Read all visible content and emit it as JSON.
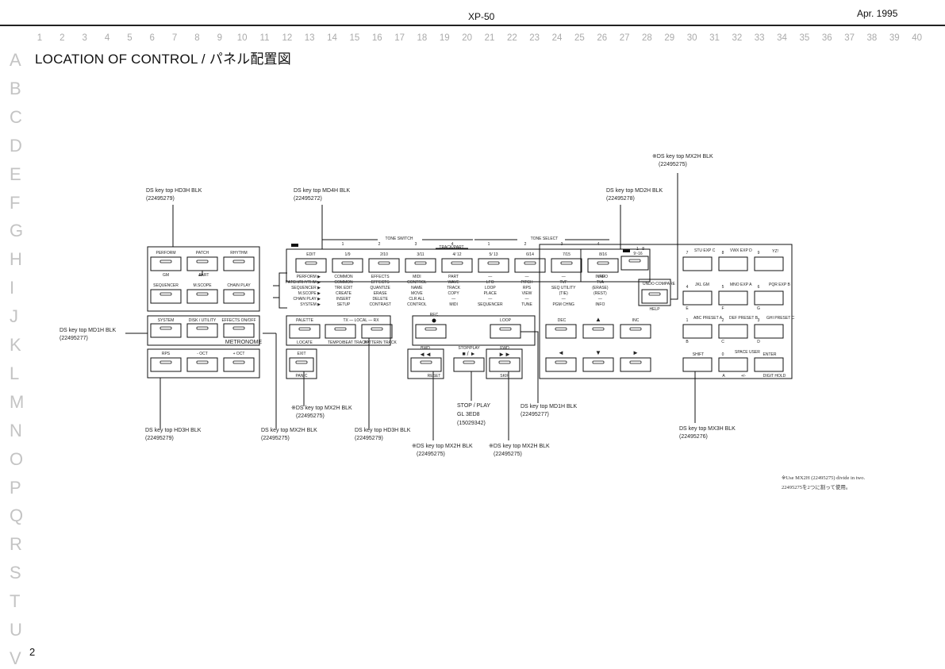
{
  "header": {
    "model": "XP-50",
    "date": "Apr. 1995"
  },
  "page_number": "2",
  "title": "LOCATION OF CONTROL / パネル配置図",
  "column_ruler": [
    "1",
    "2",
    "3",
    "4",
    "5",
    "6",
    "7",
    "8",
    "9",
    "10",
    "11",
    "12",
    "13",
    "14",
    "15",
    "16",
    "17",
    "18",
    "19",
    "20",
    "21",
    "22",
    "23",
    "24",
    "25",
    "26",
    "27",
    "28",
    "29",
    "30",
    "31",
    "32",
    "33",
    "34",
    "35",
    "36",
    "37",
    "38",
    "39",
    "40"
  ],
  "row_letters": [
    "A",
    "B",
    "C",
    "D",
    "E",
    "F",
    "G",
    "H",
    "I",
    "J",
    "K",
    "L",
    "M",
    "N",
    "O",
    "P",
    "Q",
    "R",
    "S",
    "T",
    "U",
    "V"
  ],
  "callouts": {
    "hd3h_top": {
      "line1": "DS key top HD3H BLK",
      "line2": "(22495279)"
    },
    "md4h_top": {
      "line1": "DS key top MD4H BLK",
      "line2": "(22495272)"
    },
    "md2h_top": {
      "line1": "DS key top MD2H BLK",
      "line2": "(22495278)"
    },
    "mx2h_top": {
      "line1": "※DS key top MX2H BLK",
      "line2": "(22495275)"
    },
    "md1h_left": {
      "line1": "DS key top MD1H BLK",
      "line2": "(22495277)"
    },
    "hd3h_bottom": {
      "line1": "DS key top HD3H BLK",
      "line2": "(22495279)"
    },
    "mx2h_util": {
      "line1": "DS key top MX2H BLK",
      "line2": "(22495275)"
    },
    "mx2h_exit": {
      "line1": "※DS key top MX2H BLK",
      "line2": "(22495275)"
    },
    "hd3h_pattern": {
      "line1": "DS key top HD3H BLK",
      "line2": "(22495279)"
    },
    "stop_play": {
      "line1": "STOP / PLAY",
      "line2": "GL 3ED8",
      "line3": "(15029342)"
    },
    "md1h_loop": {
      "line1": "DS key top MD1H BLK",
      "line2": "(22495277)"
    },
    "mx2h_bwd": {
      "line1": "※DS key top MX2H BLK",
      "line2": "(22495275)"
    },
    "mx2h_fwd": {
      "line1": "※DS key top MX2H BLK",
      "line2": "(22495275)"
    },
    "mx3h": {
      "line1": "DS key top MX3H BLK",
      "line2": "(22495276)"
    }
  },
  "footnote": {
    "line1": "※Use MX2H (22495275) divide in two.",
    "line2": "22495275を2つに割って使用。"
  },
  "panel": {
    "mode_buttons": [
      "PERFORM",
      "PATCH",
      "RHYTHM"
    ],
    "mode_sublabels": [
      "GM",
      "PART"
    ],
    "mode_buttons2": [
      "SEQUENCER",
      "M.SCOPE",
      "CHAIN PLAY"
    ],
    "system_row": [
      "SYSTEM",
      "DISK / UTILITY",
      "EFFECTS ON/OFF"
    ],
    "metronome": "METRONOME",
    "oct_row": [
      "RPS",
      "- OCT",
      "+ OCT"
    ],
    "tone_switch": "TONE SWITCH",
    "tone_select": "TONE SELECT",
    "track_part": "TRACK/PART",
    "tone_nums": [
      "1",
      "2",
      "3",
      "4",
      "1",
      "2",
      "3",
      "4"
    ],
    "edit": "EDIT",
    "track_keys": [
      "1/9",
      "2/10",
      "3/11",
      "4/ 12",
      "5/ 13",
      "6/14",
      "7/15",
      "8/16",
      "9~16"
    ],
    "toggle_1_8": "1 - 8",
    "info": "INFO",
    "row_labels": [
      "PERFORM ▶",
      "PATCH/RHYTHM ▶",
      "SEQUENCER ▶",
      "M.SCOPE ▶",
      "CHAIN PLAY ▶",
      "SYSTEM ▶"
    ],
    "function_columns": [
      [
        "COMMON",
        "COMMON",
        "TRK EDIT",
        "CREATE",
        "INSERT",
        "SETUP"
      ],
      [
        "EFFECTS",
        "EFFECTS",
        "QUANTIZE",
        "ERASE",
        "DELETE",
        "CONTRAST"
      ],
      [
        "MIDI",
        "CONTROL",
        "NAME",
        "MOVE",
        "CLR ALL",
        "CONTROL"
      ],
      [
        "PART",
        "WAVE",
        "TRACK",
        "COPY",
        "—",
        "MIDI"
      ],
      [
        "—",
        "LFO",
        "LOOP",
        "PLACE",
        "—",
        "SEQUENCER"
      ],
      [
        "—",
        "PITCH",
        "RPS",
        "VIEW",
        "—",
        "TUNE"
      ],
      [
        "—",
        "TVF",
        "SEQ UTILITY",
        "(TIE)",
        "—",
        "PGM CHNG"
      ],
      [
        "INFO",
        "TVA",
        "(ERASE)",
        "(REST)",
        "—",
        "INFO"
      ]
    ],
    "undo_compare": "UNDO COMPARE",
    "help": "HELP",
    "palette": "PALETTE",
    "tx_local_rx": "TX — LOCAL — RX",
    "palette_sub": [
      "LOCATE",
      "TEMPO/BEAT TRACK",
      "PATTERN TRACK"
    ],
    "exit": "EXIT",
    "panic": "PANIC",
    "rec": "REC",
    "loop": "LOOP",
    "bwd": "BWD",
    "bwd_symbol": "◄◄",
    "stop_play_key": "STOP/PLAY",
    "stop_play_symbol": "■ / ►",
    "fwd": "FWD",
    "fwd_symbol": "►►",
    "reset": "RESET",
    "skip": "SKIP",
    "dec": "DEC",
    "inc": "INC",
    "arrow_up": "▲",
    "arrow_down": "▼",
    "arrow_left": "◄",
    "arrow_right": "►",
    "numpad_top": [
      "7",
      "STU EXP C",
      "8",
      "VWX EXP D",
      "9",
      "YZ!"
    ],
    "numpad_mid": [
      "4",
      "JKL GM",
      "5",
      "MNO EXP A",
      "6",
      "PQR EXP B"
    ],
    "numpad_low": [
      "1",
      "ABC PRESET A",
      "2",
      "DEF PRESET B",
      "3",
      "GHI PRESET C"
    ],
    "numpad_letters": [
      "E",
      "F",
      "G",
      "B",
      "C",
      "D"
    ],
    "shift": "SHIFT",
    "zero": "0",
    "space_user": "SPACE USER",
    "enter": "ENTER",
    "numpad_bottom": [
      "A",
      "+/-",
      "DIGIT HOLD"
    ]
  }
}
